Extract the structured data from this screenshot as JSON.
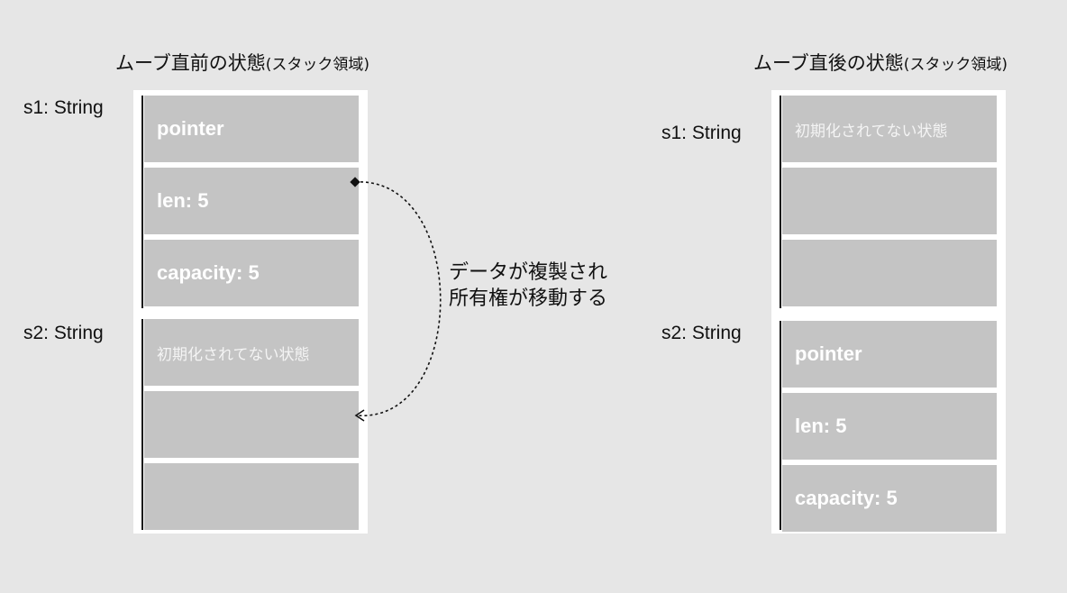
{
  "before": {
    "title_main": "ムーブ直前の状態",
    "title_sub": "(スタック領域)",
    "s1_label": "s1: String",
    "s2_label": "s2: String",
    "s1_cells": [
      "pointer",
      "len: 5",
      "capacity: 5"
    ],
    "s2_cells": [
      "初期化されてない状態",
      "",
      ""
    ]
  },
  "after": {
    "title_main": "ムーブ直後の状態",
    "title_sub": "(スタック領域)",
    "s1_label": "s1: String",
    "s2_label": "s2: String",
    "s1_cells": [
      "初期化されてない状態",
      "",
      ""
    ],
    "s2_cells": [
      "pointer",
      "len: 5",
      "capacity: 5"
    ]
  },
  "annotation": {
    "line1": "データが複製され",
    "line2": "所有権が移動する"
  }
}
